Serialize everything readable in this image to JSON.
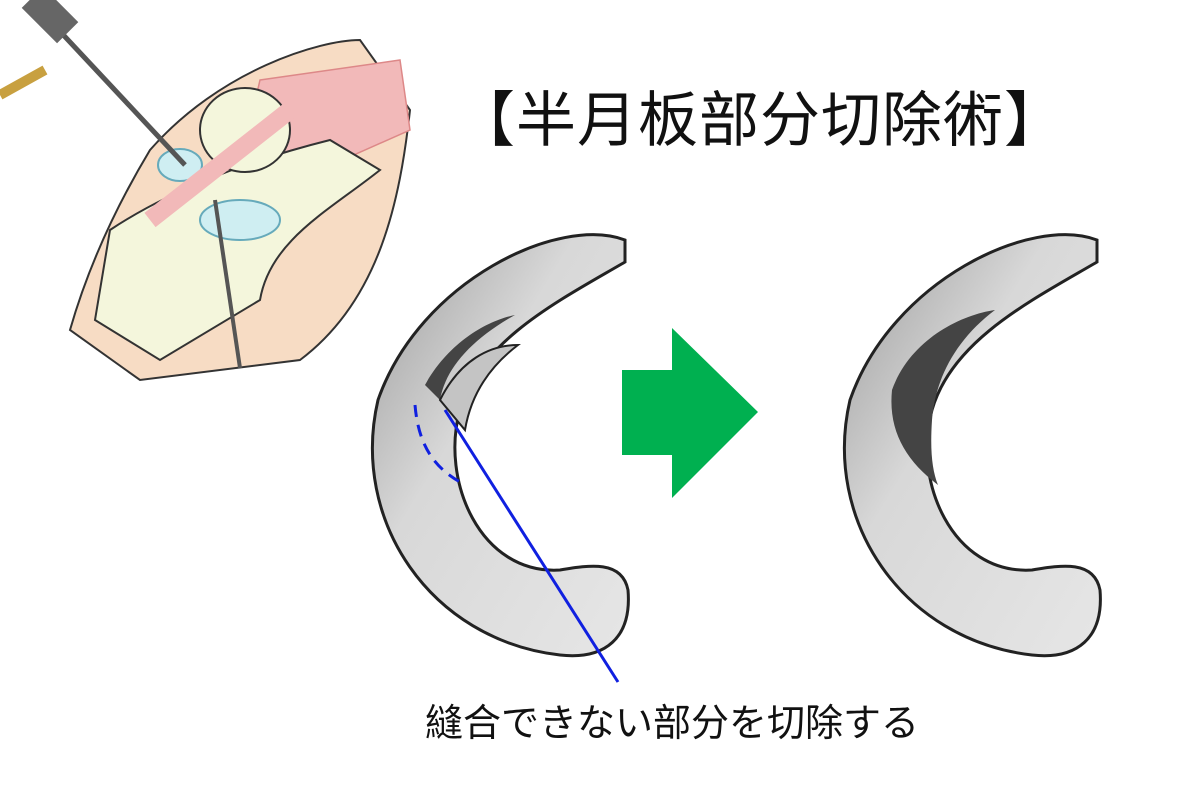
{
  "title": "【半月板部分切除術】",
  "caption": "縫合できない部分を切除する",
  "colors": {
    "arrow": "#00b050",
    "cut_line": "#1020e0",
    "meniscus": "#d4d4d4",
    "skin": "#f7dcc4",
    "bone": "#f4f6dc",
    "muscle": "#f2b9b9"
  },
  "icons": [
    "knee-arthroscopy-illustration",
    "torn-meniscus",
    "right-arrow-icon",
    "trimmed-meniscus"
  ]
}
